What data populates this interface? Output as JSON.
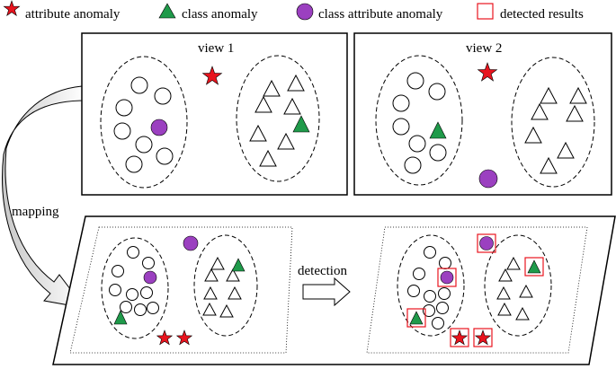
{
  "legend": {
    "attribute_anomaly": "attribute anomaly",
    "class_anomaly": "class anomaly",
    "class_attribute_anomaly": "class attribute anomaly",
    "detected_results": "detected results"
  },
  "views": {
    "view1_title": "view 1",
    "view2_title": "view 2"
  },
  "labels": {
    "mapping": "mapping",
    "detection": "detection"
  },
  "colors": {
    "star_red": "#e8141e",
    "triangle_green": "#1f9a4a",
    "circle_purple": "#9b40c0",
    "box_red": "#e8141e",
    "outline": "#000000",
    "arrow_fill": "#dcdcdc"
  }
}
